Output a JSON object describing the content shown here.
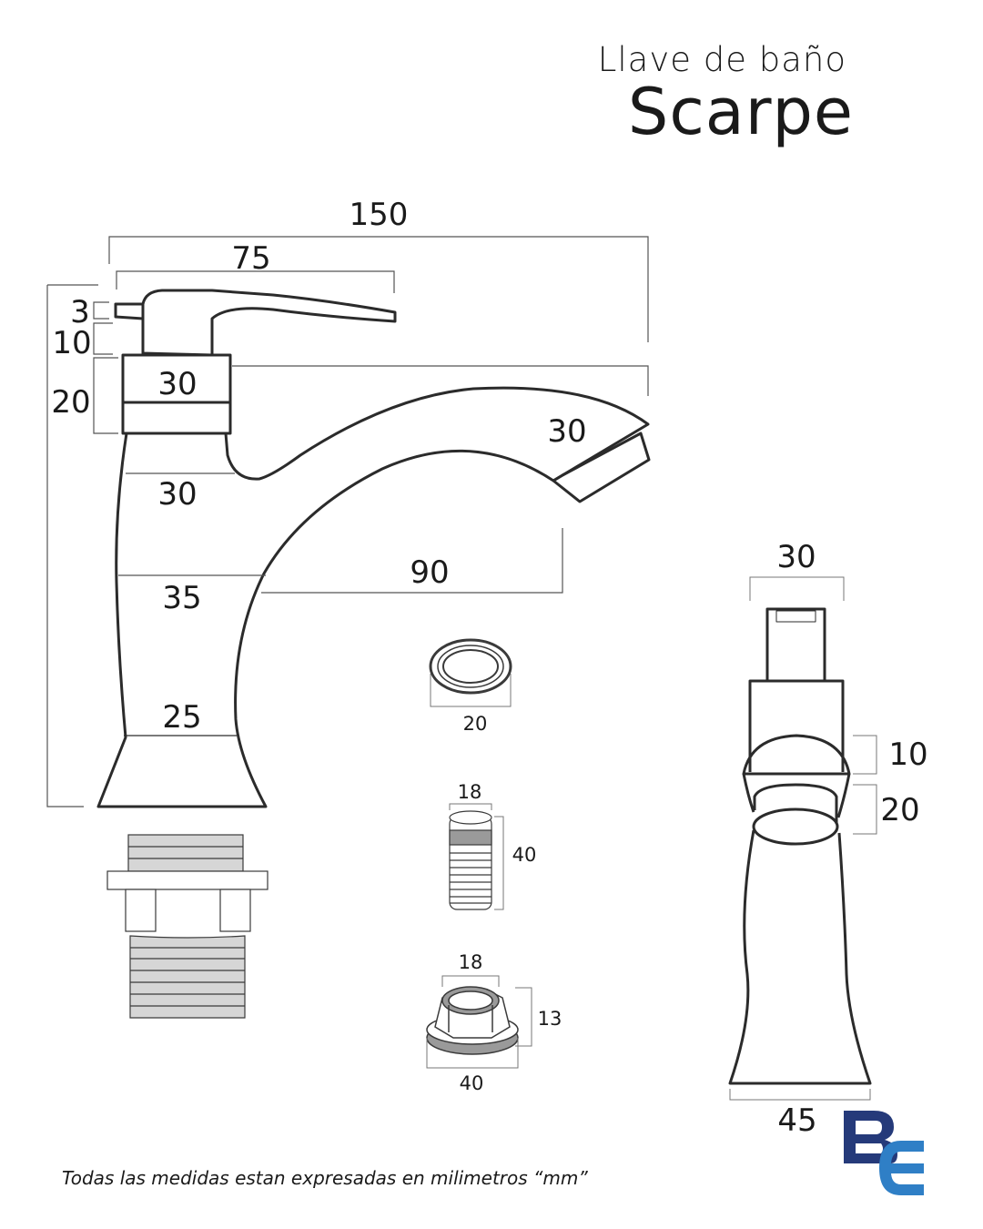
{
  "title": {
    "line1": "Llave de baño",
    "line2": "Scarpe"
  },
  "dimensions": {
    "total_width": "150",
    "handle_length": "75",
    "lever_thickness": "3",
    "handle_base_height": "10",
    "body_top_height": "20",
    "body_top_width": "30",
    "spout_tip": "30",
    "neck_width": "30",
    "spout_reach": "90",
    "mid_width": "35",
    "base_width": "25",
    "side_top_width": "30",
    "side_dim_10": "10",
    "side_dim_20": "20",
    "side_base_width": "45",
    "aerator_width": "20",
    "rod_width": "18",
    "rod_length": "40",
    "nut_inner": "18",
    "nut_height": "13",
    "nut_outer": "40"
  },
  "footnote": "Todas las medidas estan expresadas en milimetros “mm”",
  "logo": {
    "text": "BE",
    "color_b": "#253a7a",
    "color_e": "#2f7fc6"
  }
}
